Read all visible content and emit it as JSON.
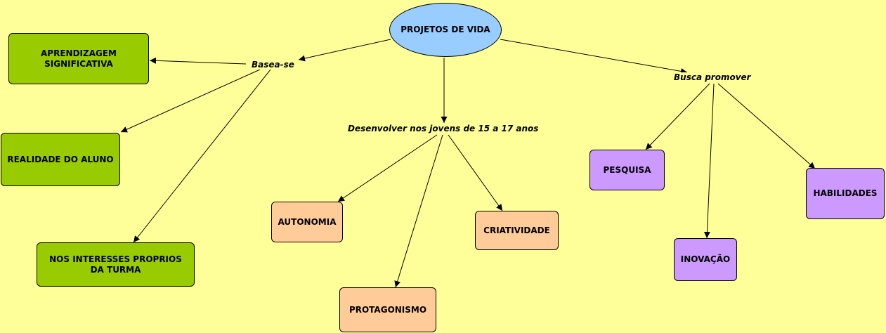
{
  "root": {
    "label": "PROJETOS DE VIDA"
  },
  "links": {
    "basea": "Basea-se",
    "desenvolver": "Desenvolver nos jovens de 15 a 17 anos",
    "busca": "Busca promover"
  },
  "concepts": {
    "aprendizagem": "APRENDIZAGEM SIGNIFICATIVA",
    "realidade": "REALIDADE DO ALUNO",
    "interesses": "NOS INTERESSES PROPRIOS DA TURMA",
    "autonomia": "AUTONOMIA",
    "protagonismo": "PROTAGONISMO",
    "criatividade": "CRIATIVIDADE",
    "pesquisa": "PESQUISA",
    "inovacao": "INOVAÇÃO",
    "habilidades": "HABILIDADES"
  },
  "colors": {
    "background": "#ffff99",
    "root": "#99ccff",
    "green": "#99cc00",
    "orange": "#ffcc99",
    "purple": "#cc99ff"
  }
}
